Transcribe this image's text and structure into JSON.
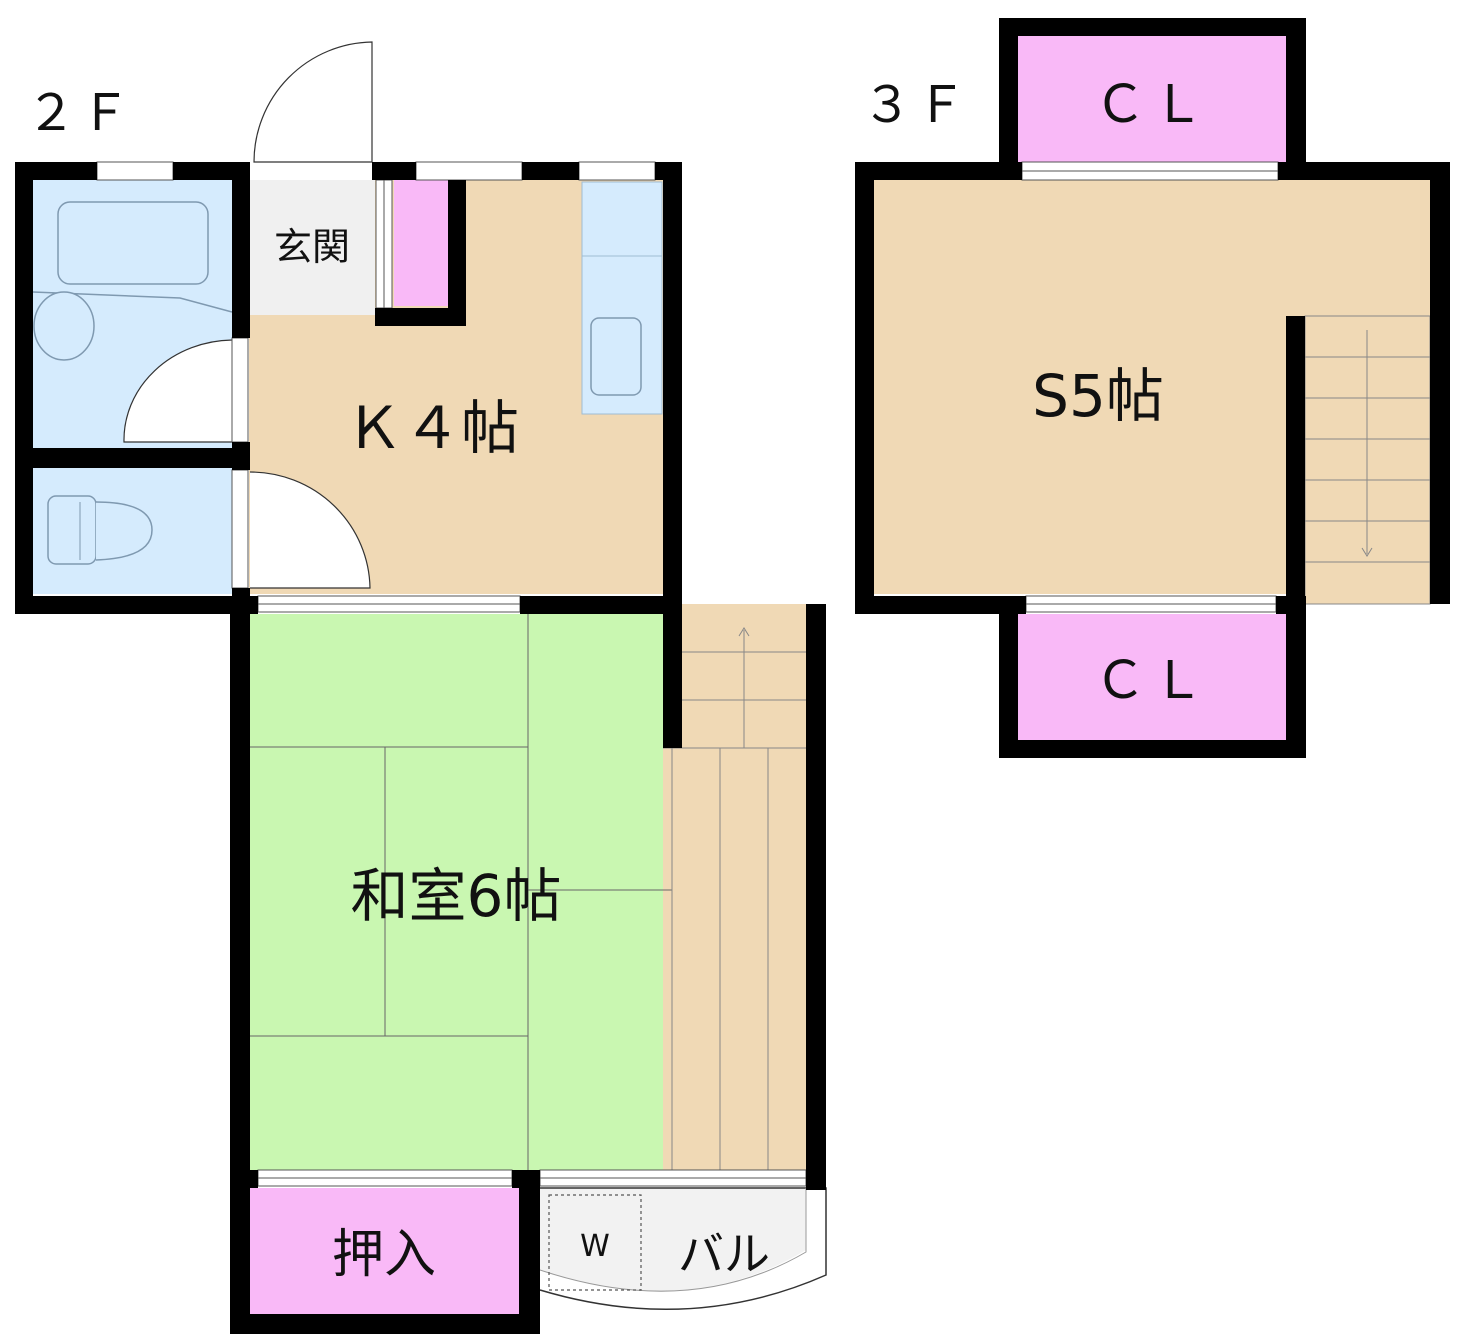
{
  "floors": {
    "f2": {
      "label": "２Ｆ",
      "rooms": {
        "entrance": "玄関",
        "kitchen": "Ｋ４帖",
        "washitsu": "和室6帖",
        "oshiire": "押入",
        "balcony": "バル",
        "washer": "W"
      }
    },
    "f3": {
      "label": "３Ｆ",
      "rooms": {
        "storage_room": "S5帖",
        "closet_top": "ＣＬ",
        "closet_bottom": "ＣＬ"
      }
    }
  },
  "colors": {
    "wall": "#000000",
    "kitchen_floor": "#f0d9b5",
    "tatami": "#c9f7b1",
    "wet_area": "#d5ebfd",
    "closet": "#f9b9f7",
    "entrance": "#f0f0f0",
    "balcony": "#f2f2f2"
  }
}
